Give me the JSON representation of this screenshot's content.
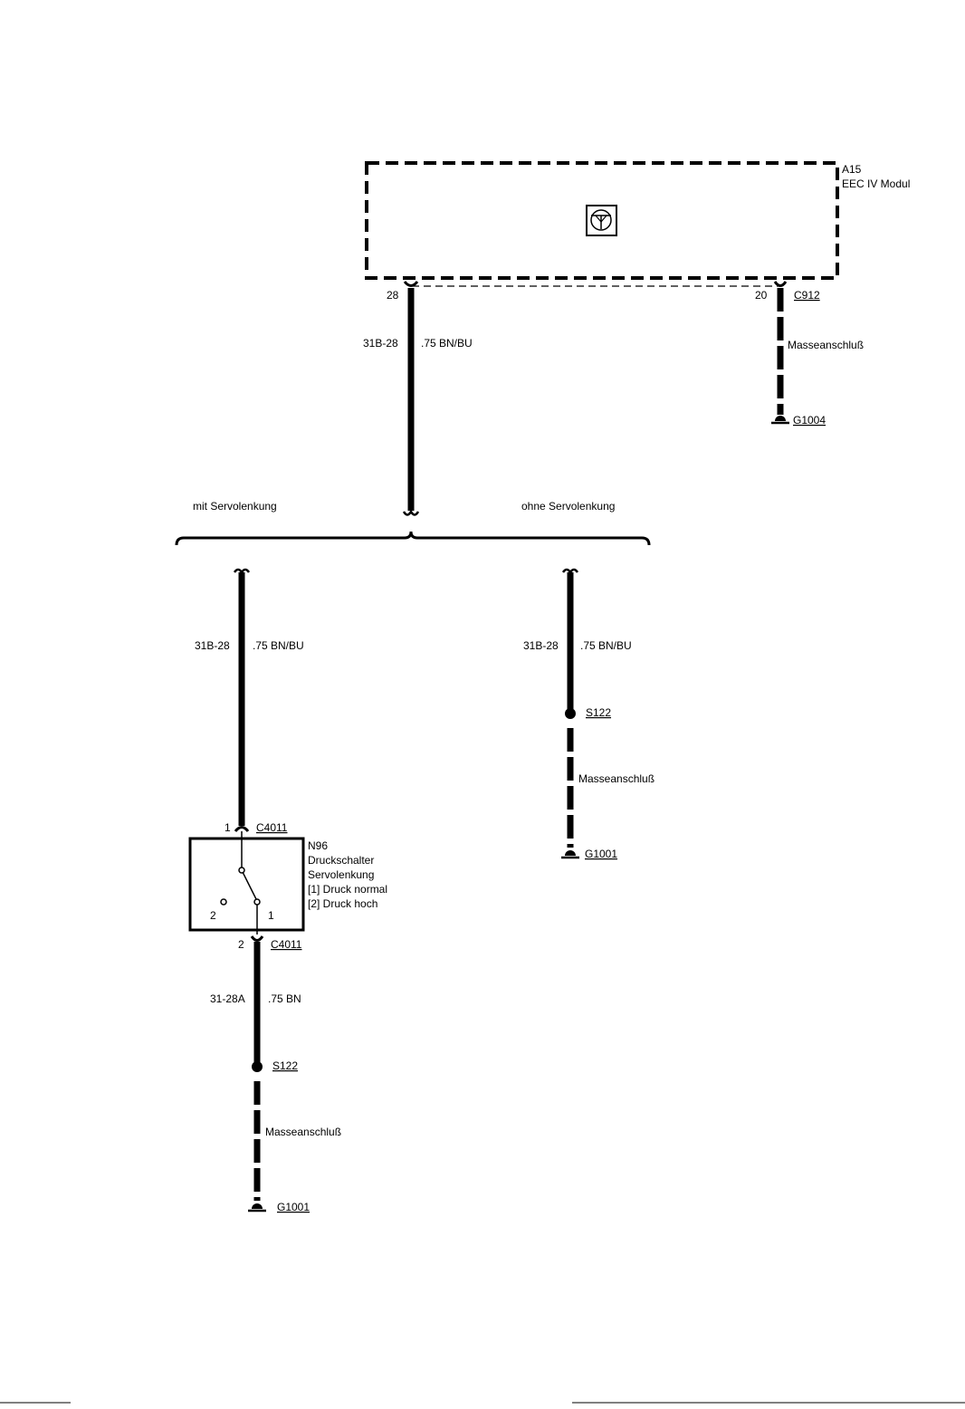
{
  "module": {
    "id": "A15",
    "name": "EEC IV Modul",
    "icon": "transistor-icon",
    "pin_signal": "28",
    "pin_ground": "20",
    "connector": "C912"
  },
  "module_ground": {
    "label": "Masseanschluß",
    "ground": "G1004"
  },
  "main_wire": {
    "circuit": "31B-28",
    "spec": ".75 BN/BU"
  },
  "variants": {
    "with": "mit Servolenkung",
    "without": "ohne Servolenkung"
  },
  "left_branch": {
    "circuit": "31B-28",
    "spec": ".75 BN/BU",
    "pin_in": "1",
    "connector_in": "C4011",
    "pin_out": "2",
    "connector_out": "C4011"
  },
  "switch": {
    "id": "N96",
    "name_line1": "Druckschalter",
    "name_line2": "Servolenkung",
    "state1": "[1] Druck normal",
    "state2": "[2] Druck hoch",
    "contact_2": "2",
    "contact_1": "1"
  },
  "left_lower": {
    "circuit": "31-28A",
    "spec": ".75 BN",
    "splice": "S122",
    "label": "Masseanschluß",
    "ground": "G1001"
  },
  "right_branch": {
    "circuit": "31B-28",
    "spec": ".75 BN/BU",
    "splice": "S122",
    "label": "Masseanschluß",
    "ground": "G1001"
  }
}
